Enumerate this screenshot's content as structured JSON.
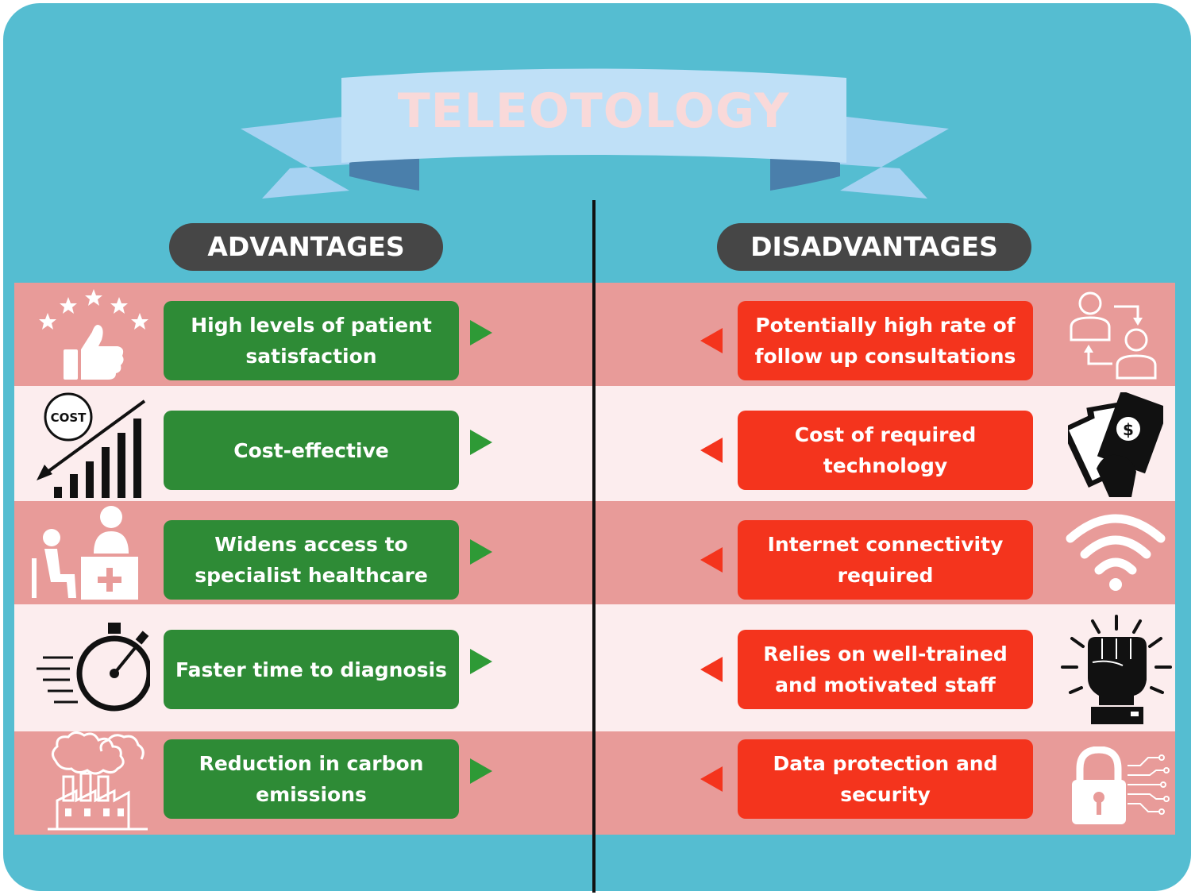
{
  "title": "TELEOTOLOGY",
  "headers": {
    "advantages": "ADVANTAGES",
    "disadvantages": "DISADVANTAGES"
  },
  "advantages": [
    {
      "text": "High levels of patient satisfaction",
      "icon": "thumbs-up-stars-icon"
    },
    {
      "text": "Cost-effective",
      "icon": "cost-decrease-chart-icon"
    },
    {
      "text": "Widens access to specialist healthcare",
      "icon": "doctor-patient-icon"
    },
    {
      "text": "Faster time to diagnosis",
      "icon": "stopwatch-icon"
    },
    {
      "text": "Reduction in carbon emissions",
      "icon": "factory-emissions-icon"
    }
  ],
  "disadvantages": [
    {
      "text": "Potentially high rate of follow up consultations",
      "icon": "people-exchange-icon"
    },
    {
      "text": "Cost of required technology",
      "icon": "money-hand-icon"
    },
    {
      "text": "Internet connectivity required",
      "icon": "wifi-icon"
    },
    {
      "text": "Relies on well-trained and motivated staff",
      "icon": "raised-fist-icon"
    },
    {
      "text": "Data protection and security",
      "icon": "digital-lock-icon"
    }
  ],
  "cost_icon_label": "COST",
  "colors": {
    "background": "#55bdd1",
    "ribbon": "#bfe0f7",
    "ribbon_fold": "#4a7fab",
    "header_pill": "#464646",
    "advantage_box": "#2e8b36",
    "disadvantage_box": "#f4341d",
    "row_dark": "#e89b99",
    "row_light": "#fcedee"
  }
}
